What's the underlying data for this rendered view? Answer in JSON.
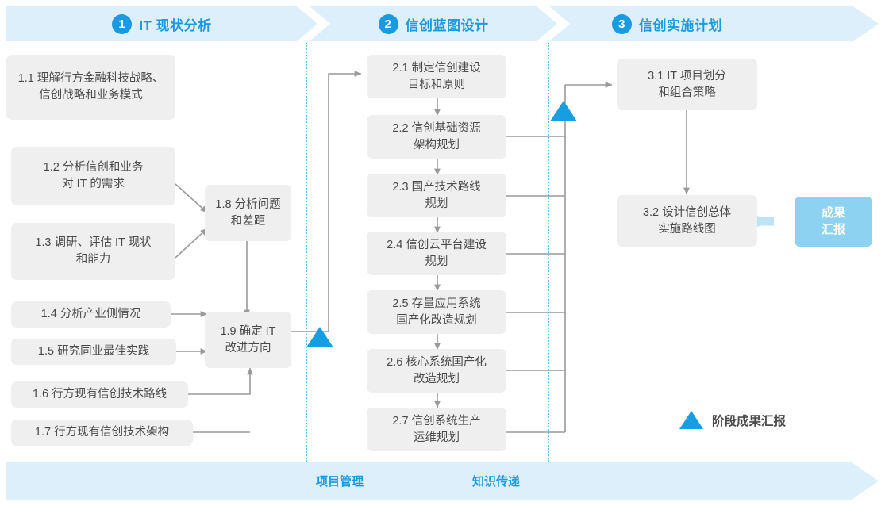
{
  "phases": [
    {
      "number": "1",
      "title": "IT 现状分析"
    },
    {
      "number": "2",
      "title": "信创蓝图设计"
    },
    {
      "number": "3",
      "title": "信创实施计划"
    }
  ],
  "phase1_tasks": [
    {
      "id": "1.1",
      "label": "1.1 理解行方金融科技战略、\n信创战略和业务模式"
    },
    {
      "id": "1.2",
      "label": "1.2 分析信创和业务\n对 IT 的需求"
    },
    {
      "id": "1.3",
      "label": "1.3 调研、评估 IT 现状\n和能力"
    },
    {
      "id": "1.4",
      "label": "1.4 分析产业侧情况"
    },
    {
      "id": "1.5",
      "label": "1.5 研究同业最佳实践"
    },
    {
      "id": "1.6",
      "label": "1.6 行方现有信创技术路线"
    },
    {
      "id": "1.7",
      "label": "1.7 行方现有信创技术架构"
    },
    {
      "id": "1.8",
      "label": "1.8 分析问题\n和差距"
    },
    {
      "id": "1.9",
      "label": "1.9 确定 IT\n改进方向"
    }
  ],
  "phase2_tasks": [
    {
      "id": "2.1",
      "label": "2.1 制定信创建设\n目标和原则"
    },
    {
      "id": "2.2",
      "label": "2.2 信创基础资源\n架构规划"
    },
    {
      "id": "2.3",
      "label": "2.3 国产技术路线\n规划"
    },
    {
      "id": "2.4",
      "label": "2.4 信创云平台建设\n规划"
    },
    {
      "id": "2.5",
      "label": "2.5 存量应用系统\n国产化改造规划"
    },
    {
      "id": "2.6",
      "label": "2.6 核心系统国产化\n改造规划"
    },
    {
      "id": "2.7",
      "label": "2.7 信创系统生产\n运维规划"
    }
  ],
  "phase3_tasks": [
    {
      "id": "3.1",
      "label": "3.1 IT 项目划分\n和组合策略"
    },
    {
      "id": "3.2",
      "label": "3.2 设计信创总体\n实施路线图"
    }
  ],
  "result_chip": {
    "label": "成果\n汇报"
  },
  "legend": {
    "label": "阶段成果汇报"
  },
  "bottom_bar": {
    "labels": [
      "项目管理",
      "知识传递"
    ]
  },
  "colors": {
    "accent": "#1a9ae0",
    "banner_bg": "#ddeffb",
    "box_bg": "#efefef",
    "box_text": "#4a4a4a",
    "chip_bg": "#8ed2f2",
    "milestone": "#159fe2",
    "connector": "#9a9a9a",
    "divider": "#5ec2ec",
    "chip_arrow": "#bfe4f7"
  }
}
